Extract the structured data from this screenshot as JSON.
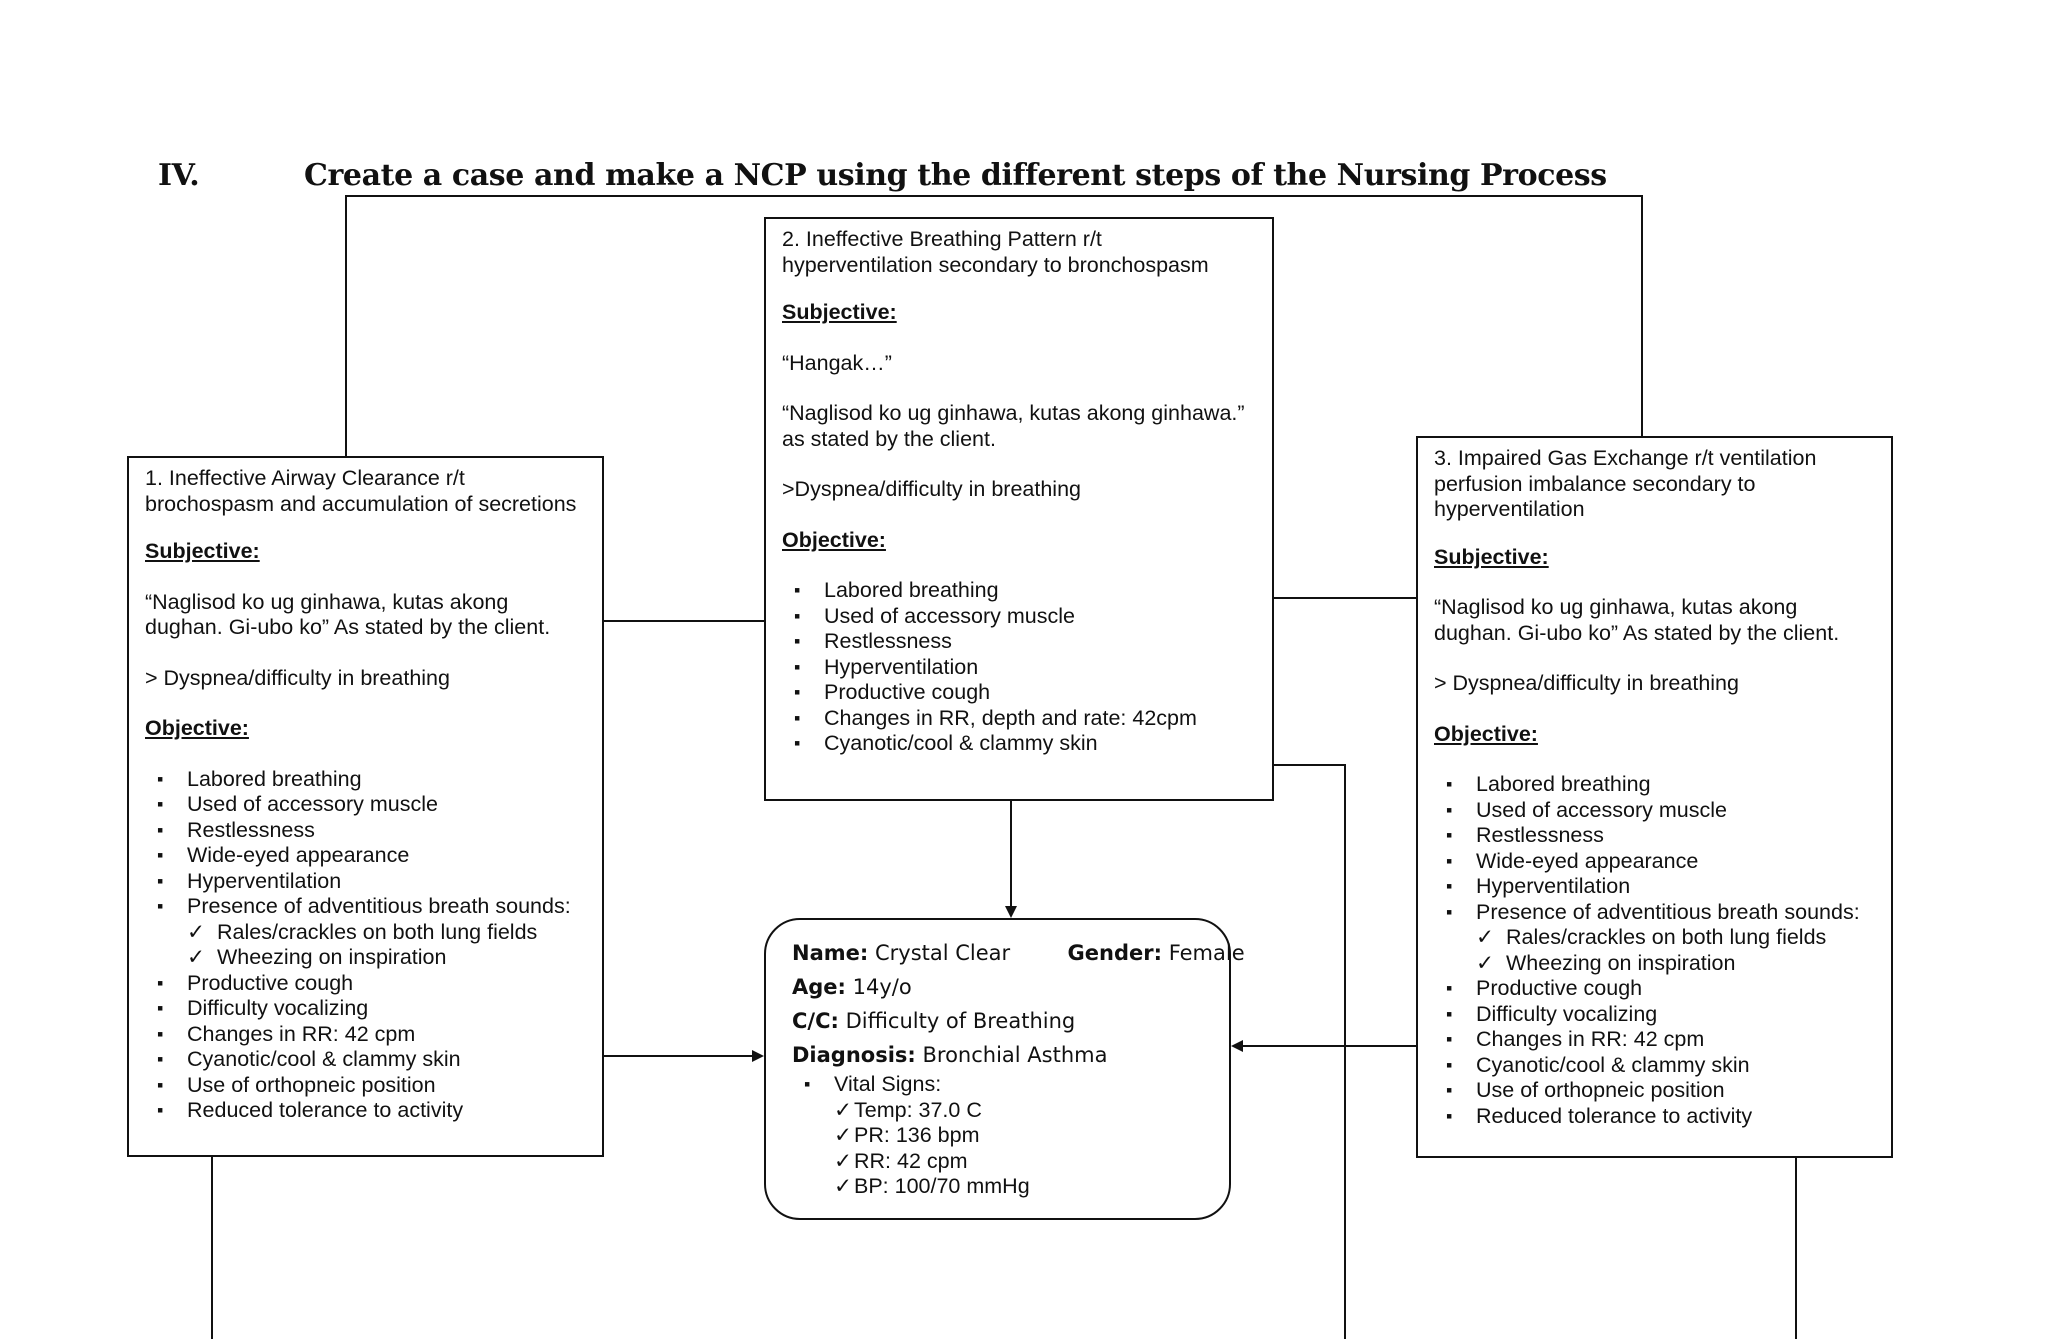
{
  "heading": {
    "number": "IV.",
    "text": "Create a case and make a NCP using the different steps of the Nursing Process"
  },
  "box1": {
    "title_line1": "1. Ineffective Airway Clearance r/t",
    "title_line2": "brochospasm and accumulation of secretions",
    "subjective_label": "Subjective:",
    "quote_line1": "“Naglisod ko ug ginhawa, kutas akong",
    "quote_line2": "dughan. Gi-ubo ko” As stated by the client.",
    "inference": "> Dyspnea/difficulty in breathing",
    "objective_label": "Objective:",
    "items": [
      "Labored breathing",
      "Used of accessory muscle",
      "Restlessness",
      "Wide-eyed appearance",
      "Hyperventilation",
      "Presence of adventitious breath sounds:"
    ],
    "subitems": [
      "Rales/crackles on both lung fields",
      "Wheezing on inspiration"
    ],
    "items_after": [
      "Productive cough",
      "Difficulty vocalizing",
      "Changes in RR: 42 cpm",
      "Cyanotic/cool & clammy skin",
      "Use of orthopneic position",
      "Reduced tolerance to activity"
    ]
  },
  "box2": {
    "title_line1": "2. Ineffective Breathing Pattern r/t",
    "title_line2": "hyperventilation secondary to bronchospasm",
    "subjective_label": "Subjective:",
    "quote_short": "“Hangak…”",
    "quote_line1": "“Naglisod ko ug ginhawa, kutas akong ginhawa.”",
    "quote_line2": "as stated by the client.",
    "inference": ">Dyspnea/difficulty in breathing",
    "objective_label": "Objective:",
    "items": [
      "Labored breathing",
      "Used of accessory muscle",
      "Restlessness",
      "Hyperventilation",
      "Productive cough",
      "Changes in RR, depth and rate: 42cpm",
      "Cyanotic/cool & clammy skin"
    ]
  },
  "box3": {
    "title_line1": "3. Impaired Gas Exchange r/t ventilation",
    "title_line2": "perfusion imbalance secondary to",
    "title_line3": "hyperventilation",
    "subjective_label": "Subjective:",
    "quote_line1": "“Naglisod ko ug ginhawa, kutas akong",
    "quote_line2": "dughan. Gi-ubo ko” As stated by the client.",
    "inference": "> Dyspnea/difficulty in breathing",
    "objective_label": "Objective:",
    "items": [
      "Labored breathing",
      "Used of accessory muscle",
      "Restlessness",
      "Wide-eyed appearance",
      "Hyperventilation",
      "Presence of adventitious breath sounds:"
    ],
    "subitems": [
      "Rales/crackles on both lung fields",
      "Wheezing on inspiration"
    ],
    "items_after": [
      "Productive cough",
      "Difficulty vocalizing",
      "Changes in RR: 42 cpm",
      "Cyanotic/cool & clammy skin",
      "Use of orthopneic position",
      "Reduced tolerance to activity"
    ]
  },
  "patient": {
    "name_label": "Name:",
    "name": "Crystal Clear",
    "gender_label": "Gender:",
    "gender": "Female",
    "age_label": "Age:",
    "age": "14y/o",
    "cc_label": "C/C:",
    "cc": "Difficulty of Breathing",
    "diagnosis_label": "Diagnosis:",
    "diagnosis": "Bronchial Asthma",
    "vitals_label": "Vital Signs:",
    "vitals": [
      "Temp: 37.0 C",
      "PR: 136 bpm",
      "RR: 42 cpm",
      "BP: 100/70 mmHg"
    ]
  }
}
